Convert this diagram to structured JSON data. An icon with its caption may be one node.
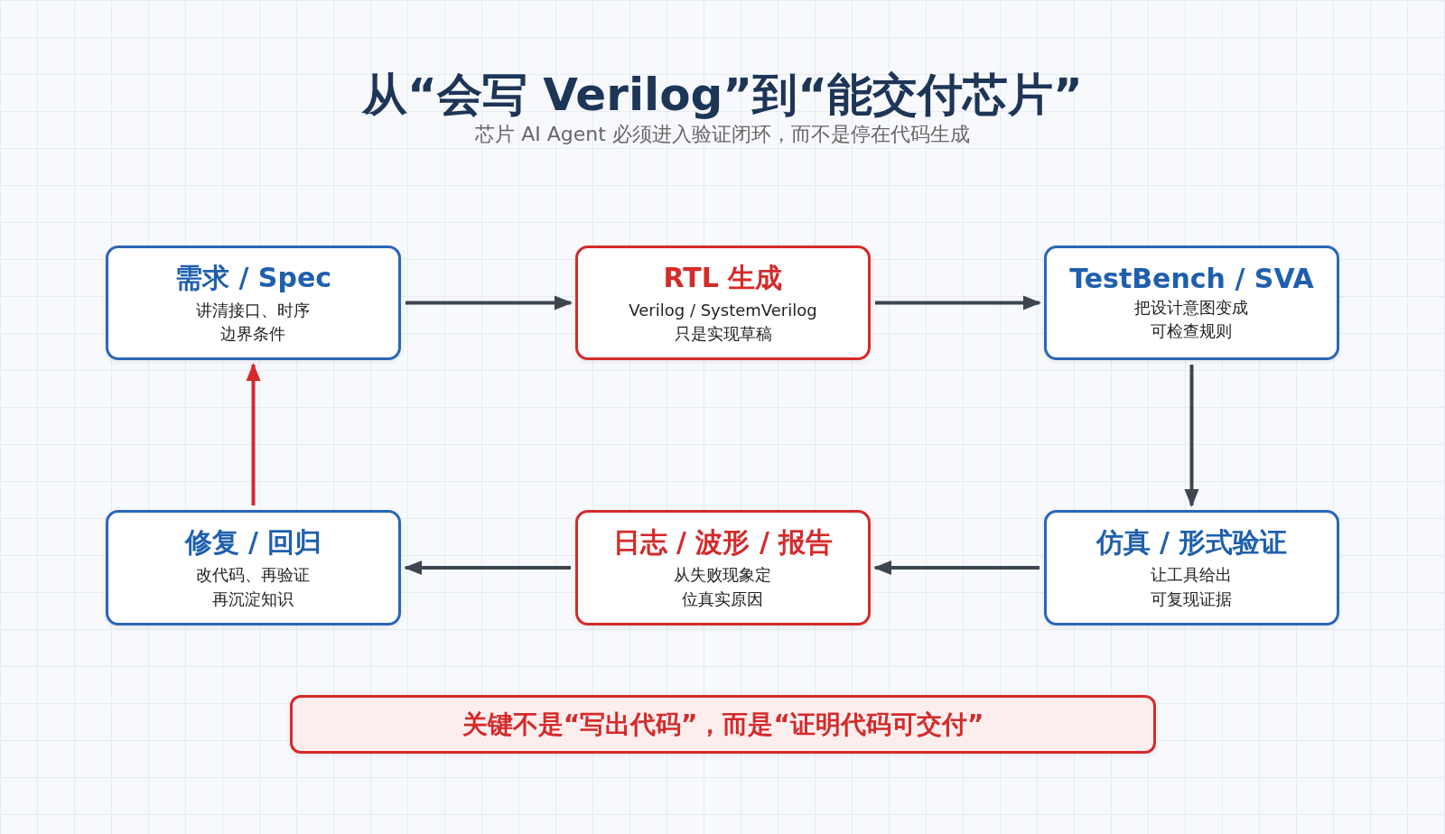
{
  "diagram": {
    "title": "从“会写 Verilog”到“能交付芯片”",
    "caption": "芯片 AI Agent 必须进入验证闭环，而不是停在代码生成",
    "nodes": [
      {
        "text": [
          "需求 / Spec",
          "讲清接口、时序边界条件"
        ]
      },
      {
        "text": [
          "RTL 生成",
          "Verilog / SystemVerilog 只是实现草稿"
        ]
      },
      {
        "text": [
          "TestBench / SVA",
          "把设计意图变成可检查规则"
        ]
      },
      {
        "text": [
          "修复 / 回归",
          "改代码、再验证再沉淀知识"
        ]
      },
      {
        "text": [
          "日志 / 波形 / 报告",
          "从失败现象定位真实原因"
        ]
      },
      {
        "text": [
          "仿真 / 形式验证",
          "让工具给出可复现证据"
        ]
      },
      {
        "text": [
          "关键不是“写出代码”，而是“证明代码可交付”"
        ]
      }
    ],
    "edges": [
      {
        "from": 0,
        "to": 1,
        "arrow": "to"
      },
      {
        "from": 1,
        "to": 2,
        "arrow": "to"
      },
      {
        "from": 2,
        "to": 5,
        "arrow": "to"
      },
      {
        "from": 5,
        "to": 4,
        "arrow": "to"
      },
      {
        "from": 4,
        "to": 3,
        "arrow": "to"
      },
      {
        "from": 3,
        "to": 0,
        "arrow": "to",
        "color": "#d42a2a"
      }
    ]
  }
}
